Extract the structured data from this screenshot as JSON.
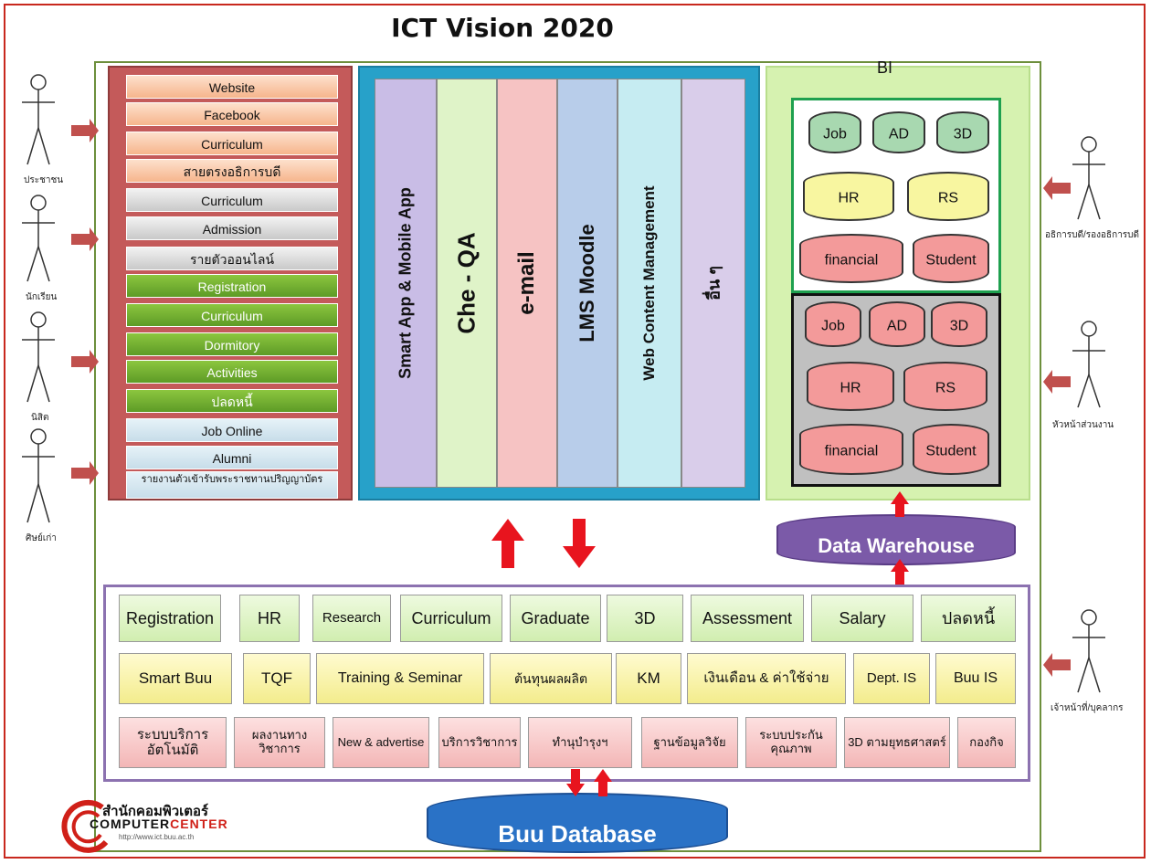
{
  "title": "ICT Vision 2020",
  "left_panel": {
    "items": [
      {
        "label": "Website",
        "style": "orange"
      },
      {
        "label": "Facebook",
        "style": "orange"
      },
      {
        "label": "Curriculum",
        "style": "orange"
      },
      {
        "label": "สายตรงอธิการบดี",
        "style": "orange"
      },
      {
        "label": "Curriculum",
        "style": "gray"
      },
      {
        "label": "Admission",
        "style": "gray"
      },
      {
        "label": "รายตัวออนไลน์",
        "style": "gray"
      },
      {
        "label": "Registration",
        "style": "green"
      },
      {
        "label": "Curriculum",
        "style": "green"
      },
      {
        "label": "Dormitory",
        "style": "green"
      },
      {
        "label": "Activities",
        "style": "green"
      },
      {
        "label": "ปลดหนี้",
        "style": "green"
      },
      {
        "label": "Job Online",
        "style": "lblue"
      },
      {
        "label": "Alumni",
        "style": "lblue"
      },
      {
        "label": "รายงานตัวเข้ารับพระราชทานปริญญาบัตร",
        "style": "lblue"
      }
    ]
  },
  "center_panel": {
    "columns": [
      {
        "label": "Smart App & Mobile App",
        "color": "#c9bde6"
      },
      {
        "label": "Che - QA",
        "color": "#dff3c8"
      },
      {
        "label": "e-mail",
        "color": "#f6c3c3"
      },
      {
        "label": "LMS Moodle",
        "color": "#b8cdea"
      },
      {
        "label": "Web Content Management",
        "color": "#c6ecf2"
      },
      {
        "label": "อื่น ๆ",
        "color": "#d9cdea"
      }
    ]
  },
  "bi": {
    "label": "BI",
    "top_group": [
      {
        "label": "Job",
        "color": "green"
      },
      {
        "label": "AD",
        "color": "green"
      },
      {
        "label": "3D",
        "color": "green"
      },
      {
        "label": "HR",
        "color": "yellow"
      },
      {
        "label": "RS",
        "color": "yellow"
      },
      {
        "label": "financial",
        "color": "red"
      },
      {
        "label": "Student",
        "color": "red"
      }
    ],
    "bottom_group": [
      {
        "label": "Job",
        "color": "red"
      },
      {
        "label": "AD",
        "color": "red"
      },
      {
        "label": "3D",
        "color": "red"
      },
      {
        "label": "HR",
        "color": "red"
      },
      {
        "label": "RS",
        "color": "red"
      },
      {
        "label": "financial",
        "color": "red"
      },
      {
        "label": "Student",
        "color": "red"
      }
    ]
  },
  "data_warehouse": "Data Warehouse",
  "database": "Buu Database",
  "bottom_panel": {
    "row1": [
      "Registration",
      "HR",
      "Research",
      "Curriculum",
      "Graduate",
      "3D",
      "Assessment",
      "Salary",
      "ปลดหนี้"
    ],
    "row2": [
      "Smart Buu",
      "TQF",
      "Training & Seminar",
      "ต้นทุนผลผลิต",
      "KM",
      "เงินเดือน & ค่าใช้จ่าย",
      "Dept. IS",
      "Buu IS"
    ],
    "row3": [
      "ระบบบริการอัตโนมัติ",
      "ผลงานทางวิชาการ",
      "New & advertise",
      "บริการวิชาการ",
      "ทำนุบำรุงฯ",
      "ฐานข้อมูลวิจัย",
      "ระบบประกันคุณภาพ",
      "3D ตามยุทธศาสตร์",
      "กองกิจ"
    ]
  },
  "actors_left": [
    "ประชาชน",
    "นักเรียน",
    "นิสิต",
    "ศิษย์เก่า"
  ],
  "actors_right": [
    "อธิการบดี/รองอธิการบดี",
    "หัวหน้าส่วนงาน",
    "เจ้าหน้าที่/บุคลากร"
  ],
  "logo": {
    "thai": "สำนักคอมพิวเตอร์",
    "en_1": "COMPUTER",
    "en_2": "CENTER",
    "url": "http://www.ict.buu.ac.th"
  },
  "colors": {
    "frame": "#c8281e",
    "arrow": "#c0504d",
    "flow_arrow": "#e8141e",
    "center_bg": "#27a1c9",
    "right_bg": "#d6f2b0",
    "dw": "#7b5aa8",
    "db": "#2a72c6"
  }
}
